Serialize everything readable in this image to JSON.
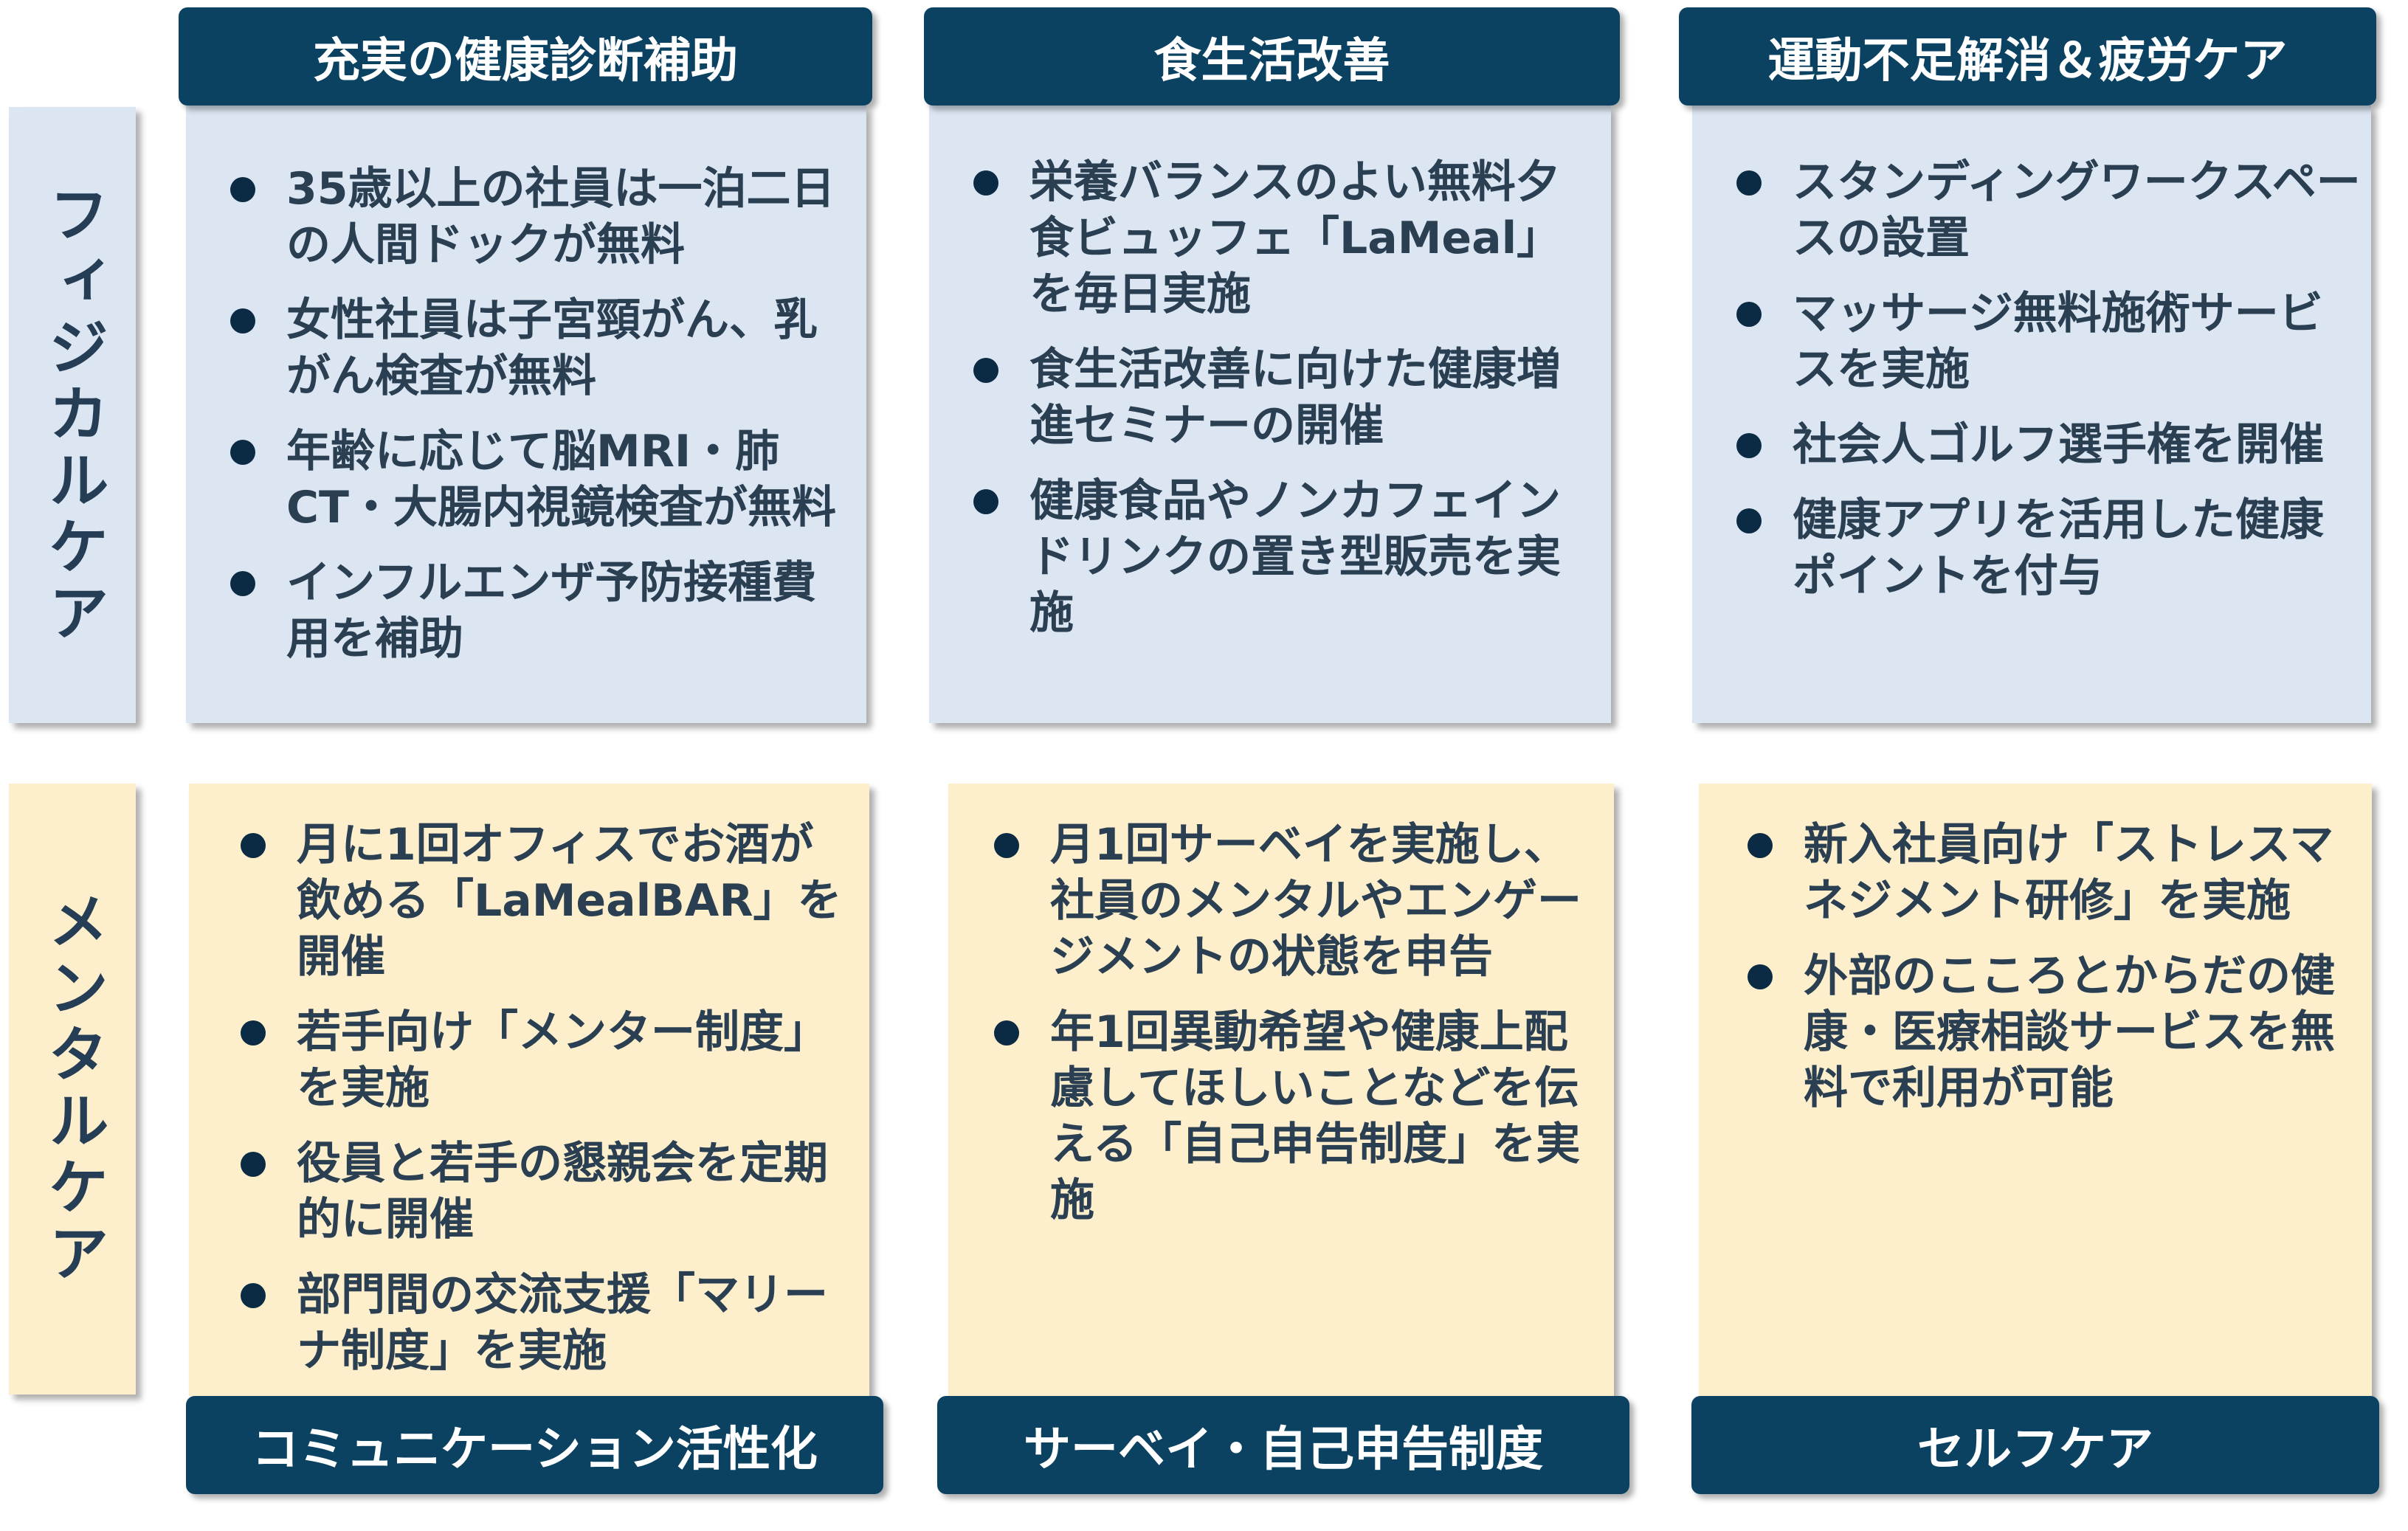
{
  "rows": {
    "physical": {
      "label": "フィジカルケア"
    },
    "mental": {
      "label": "メンタルケア"
    }
  },
  "columns": {
    "c1": {
      "top_header": "充実の健康診断補助",
      "bottom_header": "コミュニケーション活性化",
      "physical_items": [
        "35歳以上の社員は一泊二日の人間ドックが無料",
        "女性社員は子宮頸がん、乳がん検査が無料",
        "年齢に応じて脳MRI・肺CT・大腸内視鏡検査が無料",
        "インフルエンザ予防接種費用を補助"
      ],
      "mental_items": [
        "月に1回オフィスでお酒が飲める「LaMealBAR」を開催",
        "若手向け「メンター制度」を実施",
        "役員と若手の懇親会を定期的に開催",
        "部門間の交流支援「マリーナ制度」を実施"
      ]
    },
    "c2": {
      "top_header": "食生活改善",
      "bottom_header": "サーベイ・自己申告制度",
      "physical_items": [
        "栄養バランスのよい無料夕食ビュッフェ「LaMeal」を毎日実施",
        "食生活改善に向けた健康増進セミナーの開催",
        "健康食品やノンカフェインドリンクの置き型販売を実施"
      ],
      "mental_items": [
        "月1回サーベイを実施し、社員のメンタルやエンゲージメントの状態を申告",
        "年1回異動希望や健康上配慮してほしいことなどを伝える「自己申告制度」を実施"
      ]
    },
    "c3": {
      "top_header": "運動不足解消＆疲労ケア",
      "bottom_header": "セルフケア",
      "physical_items": [
        "スタンディングワークスペースの設置",
        "マッサージ無料施術サービスを実施",
        "社会人ゴルフ選手権を開催",
        "健康アプリを活用した健康ポイントを付与"
      ],
      "mental_items": [
        "新入社員向け「ストレスマネジメント研修」を実施",
        "外部のこころとからだの健康・医療相談サービスを無料で利用が可能"
      ]
    }
  },
  "colors": {
    "header_bg": "#0b4262",
    "physical_bg": "#dce6f2",
    "mental_bg": "#fdefcc",
    "text": "#2a3f52"
  }
}
